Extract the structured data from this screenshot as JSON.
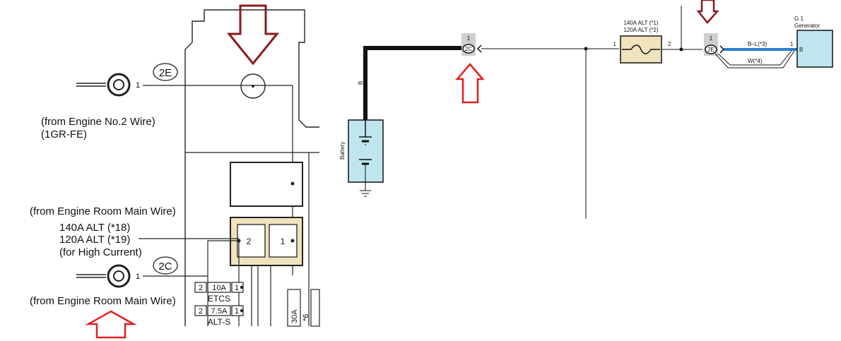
{
  "left": {
    "connector_top": "2E",
    "connector_bottom": "2C",
    "pin": "1",
    "from_engine_no2": "(from Engine No.2 Wire)",
    "engine_code": "(1GR-FE)",
    "from_engine_room_a": "(from Engine Room Main Wire)",
    "alt_140": "140A ALT (*18)",
    "alt_120": "120A ALT (*19)",
    "high_current": "(for High Current)",
    "from_engine_room_b": "(from Engine Room Main Wire)",
    "fuse_pin_2": "2",
    "fuse_pin_1": "1",
    "fuse_etcs_pin_left": "2",
    "fuse_etcs_amp": "10A",
    "fuse_etcs_pin_right": "1",
    "fuse_etcs_name": "ETCS",
    "fuse_alts_pin_left": "2",
    "fuse_alts_amp": "7.5A",
    "fuse_alts_pin_right": "1",
    "fuse_alts_name": "ALT-S",
    "fuse_30a": "30A",
    "note_6": "*6"
  },
  "right": {
    "connector_2c": "2C",
    "connector_2e": "2E",
    "pin_1": "1",
    "fuse_line1": "140A ALT (*1)",
    "fuse_line2": "120A ALT (*2)",
    "fuse_pin_left": "1",
    "fuse_pin_right": "2",
    "wire_b": "B",
    "battery_label": "Battery",
    "wire_bl": "B–L(*3)",
    "wire_w": "W(*4)",
    "gen_pin": "1",
    "gen_code": "G 1",
    "gen_name": "Generator",
    "gen_terminal": "B"
  },
  "colors": {
    "arrow_red": "#e02020",
    "arrow_darkred": "#8b1a1a",
    "fuse_fill": "#f0e3bd",
    "component_fill": "#bfe6ee",
    "wire_blue": "#2b7fd4"
  }
}
